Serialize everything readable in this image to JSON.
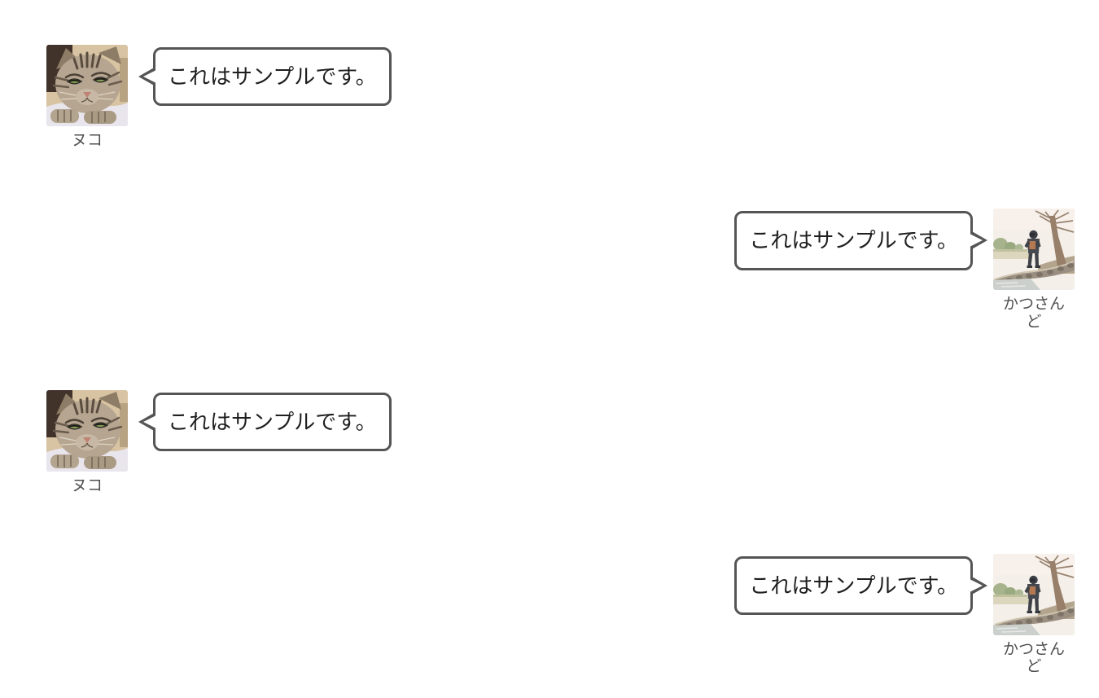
{
  "page": {
    "background": "#ffffff",
    "kind": "chat-conversation-mockup"
  },
  "colors": {
    "bubble_border": "#555555",
    "bubble_background": "#ffffff",
    "message_text": "#1f1f1f",
    "sender_name_text": "#4f4f4f"
  },
  "participants": {
    "left": {
      "name": "ヌコ",
      "avatar_icon": "cat-photo-avatar"
    },
    "right": {
      "name": "かつさんど",
      "avatar_icon": "person-outdoor-photo-avatar"
    }
  },
  "messages": [
    {
      "side": "left",
      "sender": "ヌコ",
      "text": "これはサンプルです。"
    },
    {
      "side": "right",
      "sender": "かつさんど",
      "text": "これはサンプルです。"
    },
    {
      "side": "left",
      "sender": "ヌコ",
      "text": "これはサンプルです。"
    },
    {
      "side": "right",
      "sender": "かつさんど",
      "text": "これはサンプルです。"
    }
  ]
}
